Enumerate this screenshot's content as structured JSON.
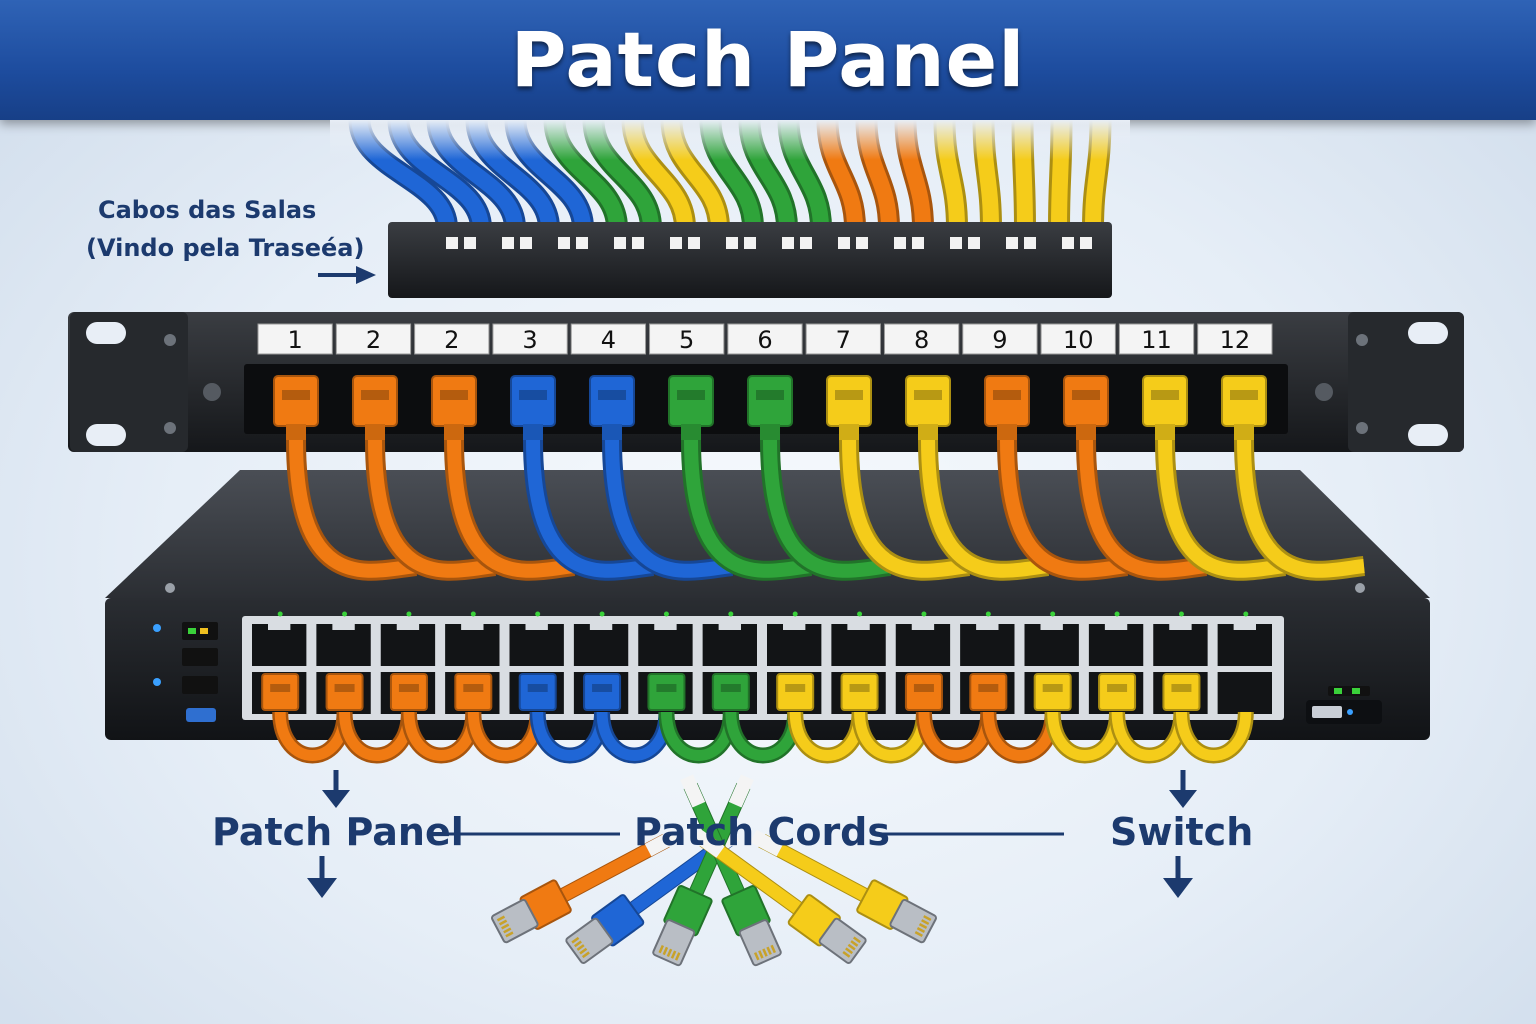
{
  "title": "Patch Panel",
  "rear_cables_label": {
    "line1": "Cabos das Salas",
    "line2": "(Vindo pela Traseéa)"
  },
  "port_labels": [
    "1",
    "2",
    "2",
    "3",
    "4",
    "5",
    "6",
    "7",
    "8",
    "9",
    "10",
    "11",
    "12"
  ],
  "bottom_labels": {
    "patch_panel": "Patch Panel",
    "patch_cords": "Patch Cords",
    "switch": "Switch"
  },
  "colors": {
    "banner": "#1d4c9e",
    "label_text": "#1c3a6e",
    "orange": "#f07a12",
    "blue": "#1f66d6",
    "green": "#2fa43a",
    "yellow": "#f5cc1a"
  },
  "panel_plug_colors": [
    "orange",
    "orange",
    "orange",
    "blue",
    "blue",
    "green",
    "green",
    "yellow",
    "yellow",
    "orange",
    "orange",
    "yellow",
    "yellow"
  ],
  "switch_plug_colors": [
    "orange",
    "orange",
    "orange",
    "orange",
    "blue",
    "blue",
    "green",
    "green",
    "yellow",
    "yellow",
    "orange",
    "orange",
    "yellow",
    "yellow",
    "yellow"
  ],
  "rear_cable_colors": [
    "blue",
    "blue",
    "blue",
    "blue",
    "blue",
    "green",
    "green",
    "yellow",
    "yellow",
    "green",
    "green",
    "green",
    "orange",
    "orange",
    "orange",
    "yellow",
    "yellow",
    "yellow",
    "yellow",
    "yellow"
  ],
  "loose_cord_colors": [
    "orange",
    "blue",
    "green",
    "green",
    "yellow",
    "yellow"
  ],
  "icons": {
    "arrow": "arrow-down-icon",
    "led": "status-led-icon",
    "console": "console-port-icon"
  }
}
